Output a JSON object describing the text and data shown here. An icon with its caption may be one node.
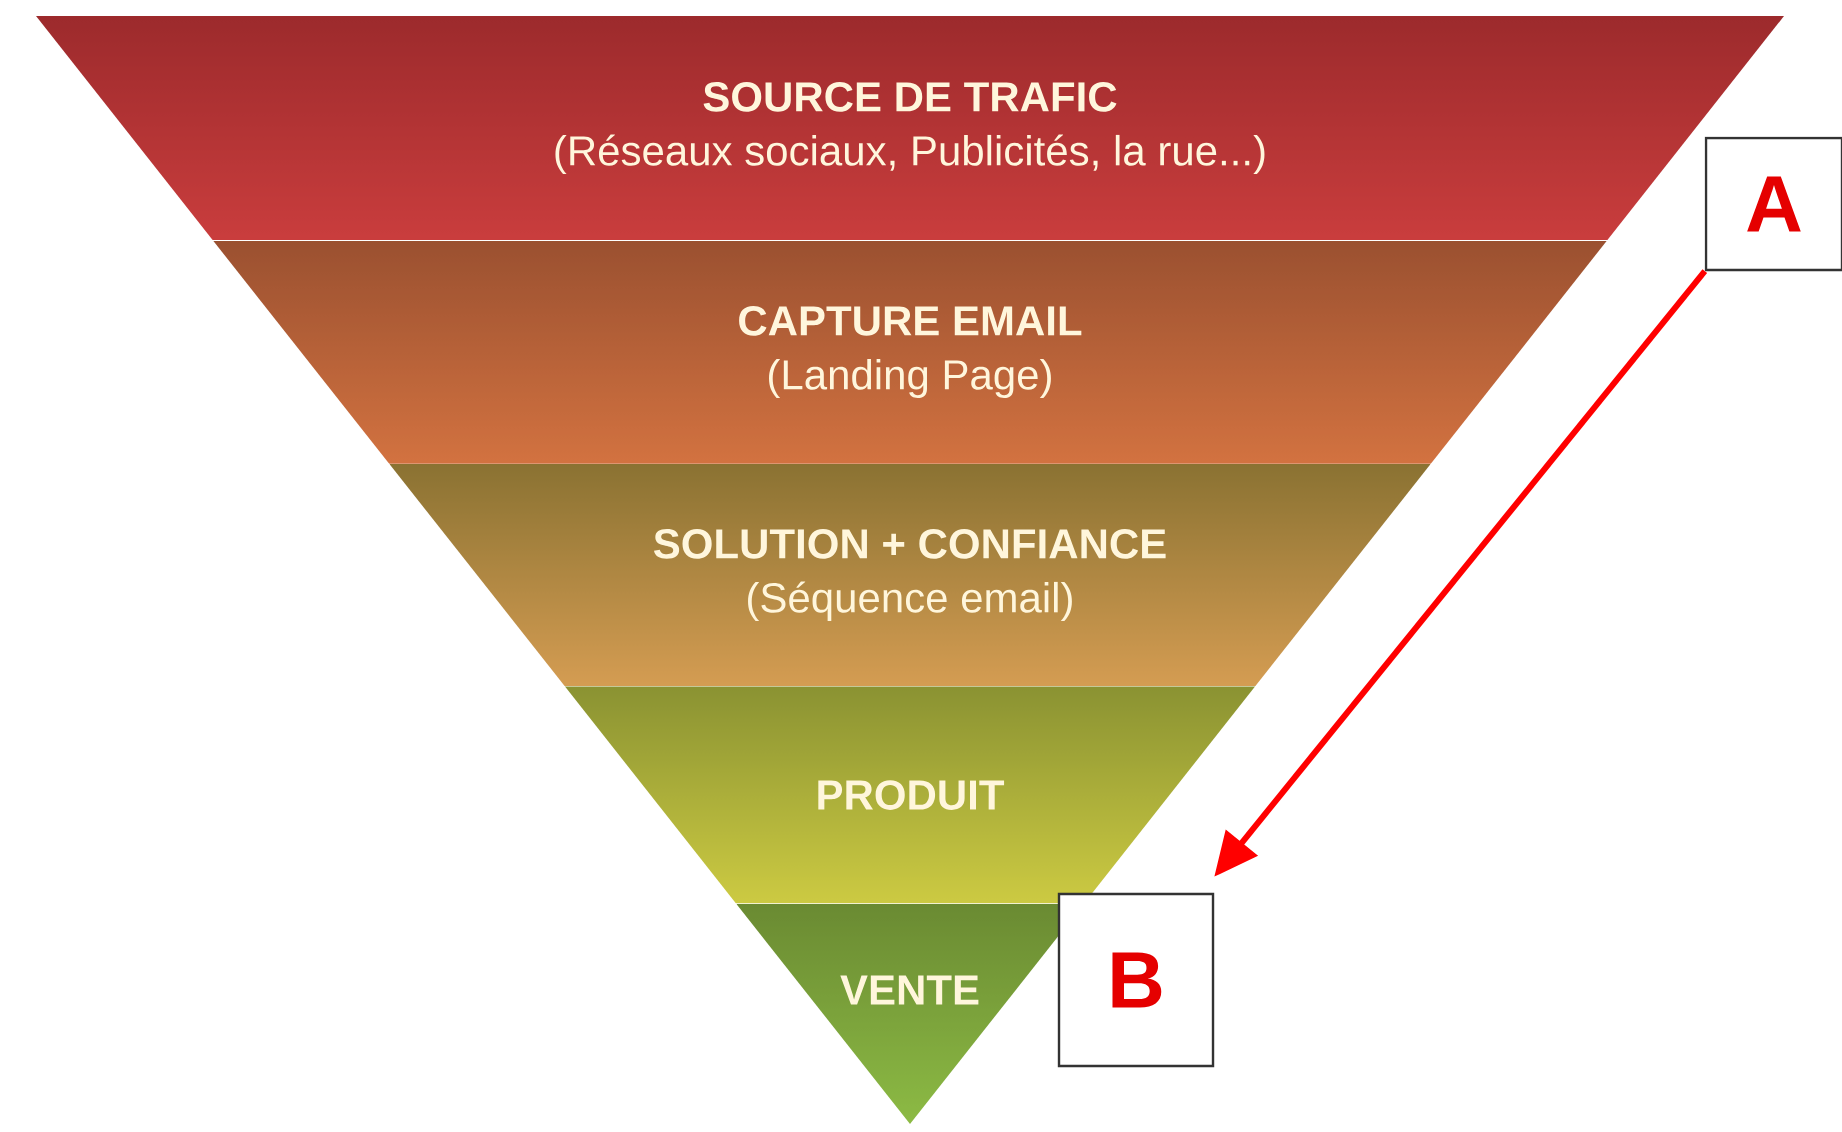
{
  "diagram": {
    "nodes": [
      {
        "text": [
          "SOURCE DE TRAFIC",
          "(Réseaux sociaux, Publicités, la rue...)"
        ]
      },
      {
        "text": [
          "CAPTURE EMAIL",
          "(Landing Page)"
        ]
      },
      {
        "text": [
          "SOLUTION + CONFIANCE",
          "(Séquence email)"
        ]
      },
      {
        "text": [
          "PRODUIT"
        ]
      },
      {
        "text": [
          "VENTE"
        ]
      },
      {
        "text": [
          "A"
        ]
      },
      {
        "text": [
          "B"
        ]
      }
    ],
    "edges": [
      {
        "from": 5,
        "to": 6,
        "arrow": "to",
        "color": "#ff0000"
      }
    ]
  }
}
